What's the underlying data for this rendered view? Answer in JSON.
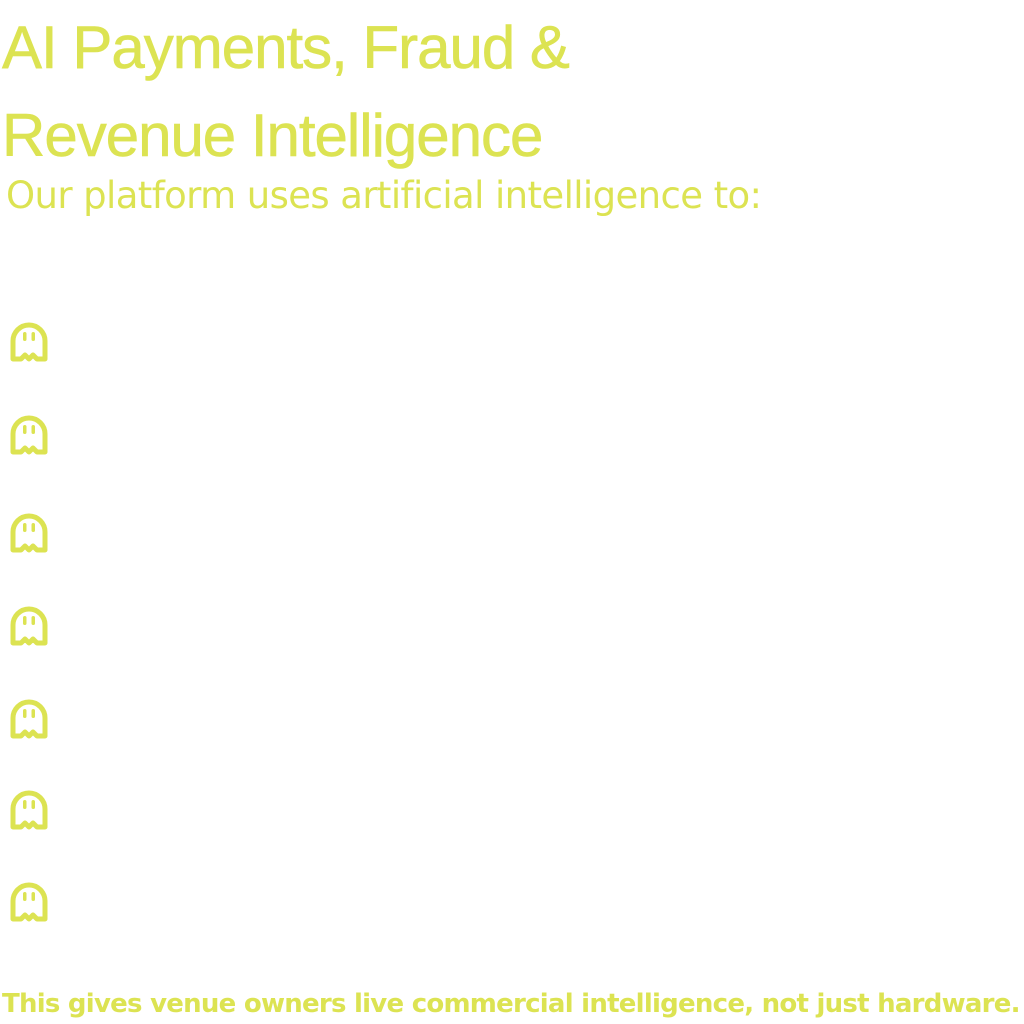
{
  "heading": {
    "line1": "AI Payments, Fraud &",
    "line2": "Revenue Intelligence"
  },
  "intro": "Our platform uses artificial intelligence to:",
  "bullets": {
    "icon": "ghost-icon",
    "count": 7,
    "items": [
      "",
      "",
      "",
      "",
      "",
      "",
      ""
    ]
  },
  "footer": "This gives venue owners live commercial intelligence, not just hardware.",
  "colors": {
    "accent": "#dce352",
    "background": "#ffffff"
  }
}
